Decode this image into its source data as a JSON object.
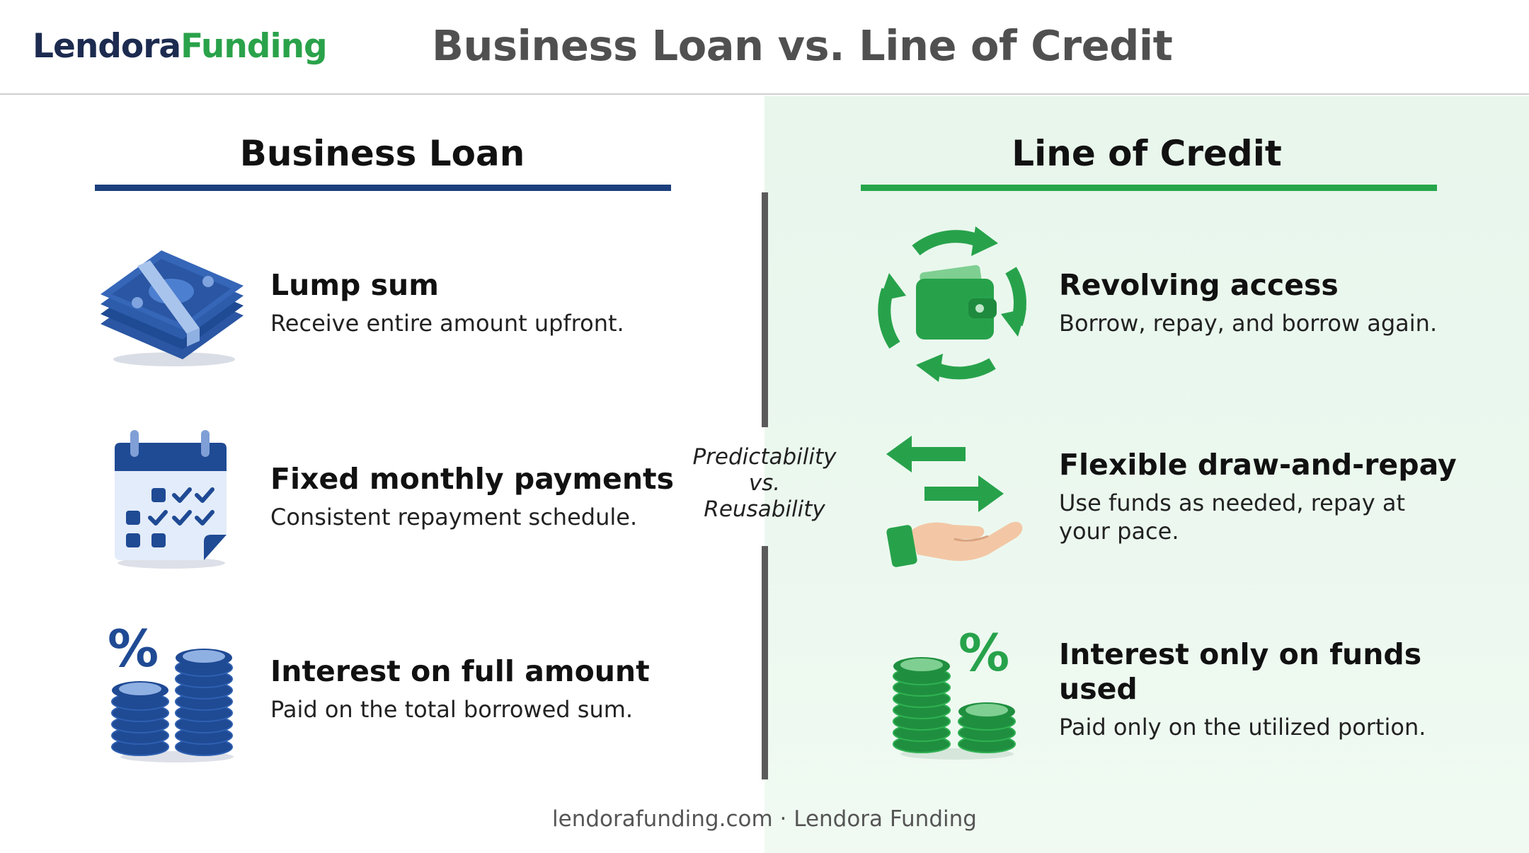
{
  "header": {
    "logo_part1": "Lendora",
    "logo_part2": "Funding",
    "title": "Business Loan vs. Line of Credit"
  },
  "columns": {
    "left": {
      "title": "Business Loan",
      "items": [
        {
          "icon": "money-stack-icon",
          "title": "Lump sum",
          "desc": "Receive entire amount upfront."
        },
        {
          "icon": "calendar-icon",
          "title": "Fixed monthly payments",
          "desc": "Consistent repayment schedule."
        },
        {
          "icon": "percent-coins-icon",
          "title": "Interest on full amount",
          "desc": "Paid on the total borrowed sum."
        }
      ]
    },
    "right": {
      "title": "Line of Credit",
      "items": [
        {
          "icon": "revolving-wallet-icon",
          "title": "Revolving access",
          "desc": "Borrow, repay, and borrow again."
        },
        {
          "icon": "hand-arrows-icon",
          "title": "Flexible draw-and-repay",
          "desc_line1": "Use funds as needed, repay at",
          "desc_line2": "your pace."
        },
        {
          "icon": "percent-coins-icon",
          "title_line1": "Interest only on funds",
          "title_line2": "used",
          "desc": "Paid only on the utilized portion."
        }
      ]
    }
  },
  "center_label": {
    "line1": "Predictability",
    "line2": "vs.",
    "line3": "Reusability"
  },
  "footer": "lendorafunding.com · Lendora Funding",
  "colors": {
    "navy": "#1c3f7d",
    "green": "#26a54b",
    "right_bg": "#e8f6ec"
  }
}
